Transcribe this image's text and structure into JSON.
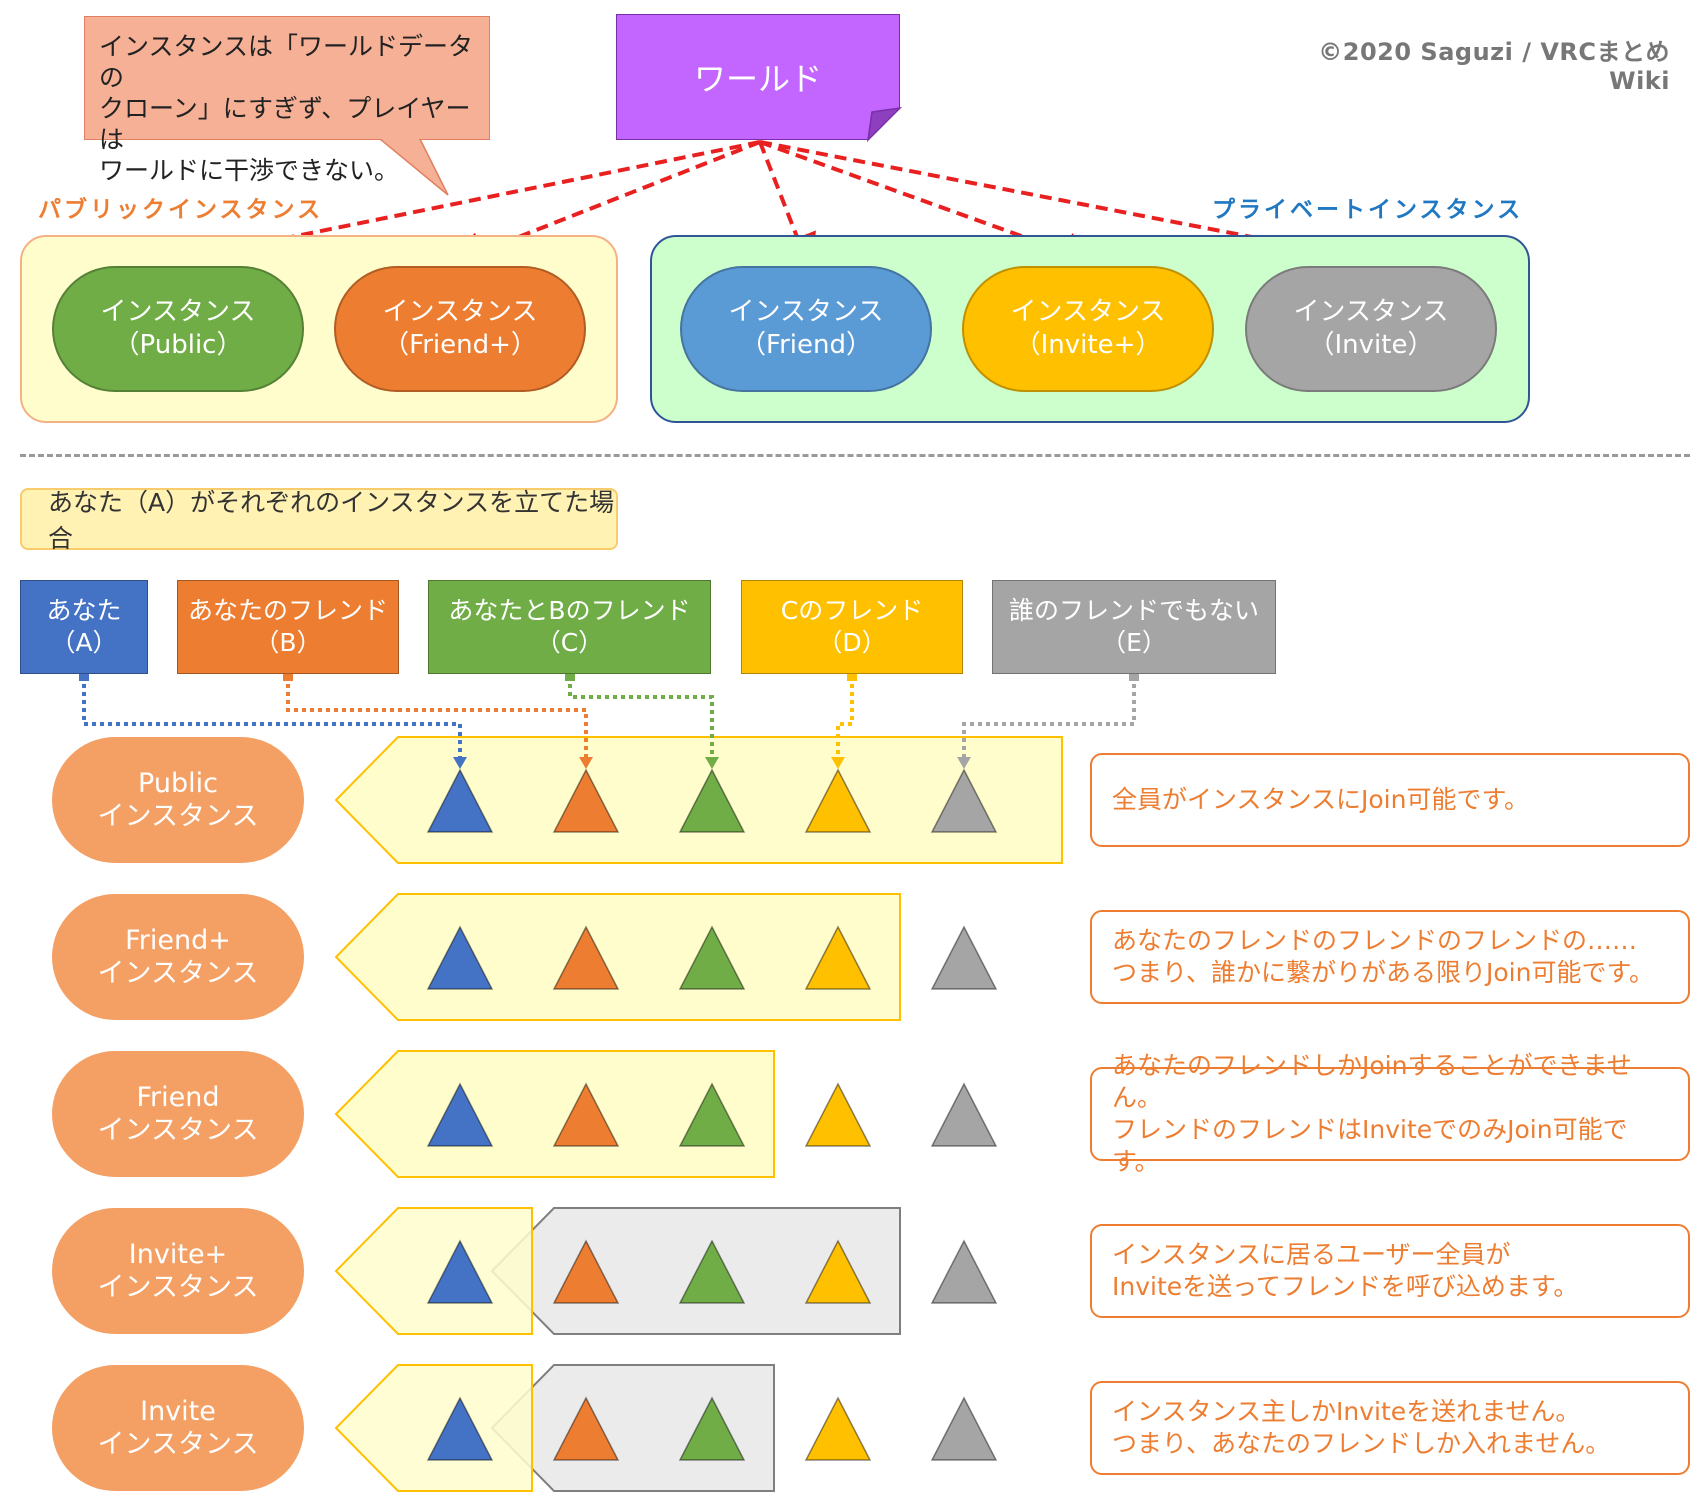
{
  "copyright": "©2020 Saguzi / VRCまとめWiki",
  "callout": {
    "text": "インスタンスは「ワールドデータの\nクローン」にすぎず、プレイヤーは\nワールドに干渉できない。"
  },
  "world": {
    "label": "ワールド"
  },
  "groups": {
    "public": {
      "title": "パブリックインスタンス"
    },
    "private": {
      "title": "プライベートインスタンス"
    }
  },
  "instances": [
    {
      "line1": "インスタンス",
      "line2": "（Public）",
      "color": "#70ad47"
    },
    {
      "line1": "インスタンス",
      "line2": "（Friend+）",
      "color": "#ed7d31"
    },
    {
      "line1": "インスタンス",
      "line2": "（Friend）",
      "color": "#5b9bd5"
    },
    {
      "line1": "インスタンス",
      "line2": "（Invite+）",
      "color": "#ffc000"
    },
    {
      "line1": "インスタンス",
      "line2": "（Invite）",
      "color": "#a5a5a5"
    }
  ],
  "case_banner": "あなた（A）がそれぞれのインスタンスを立てた場合",
  "users": [
    {
      "line1": "あなた",
      "line2": "（A）",
      "color": "#4472c4"
    },
    {
      "line1": "あなたのフレンド",
      "line2": "（B）",
      "color": "#ed7d31"
    },
    {
      "line1": "あなたとBのフレンド",
      "line2": "（C）",
      "color": "#70ad47"
    },
    {
      "line1": "Cのフレンド",
      "line2": "（D）",
      "color": "#ffc000"
    },
    {
      "line1": "誰のフレンドでもない",
      "line2": "（E）",
      "color": "#a5a5a5"
    }
  ],
  "rows": [
    {
      "line1": "Public",
      "line2": "インスタンス",
      "description": "全員がインスタンスにJoin可能です。",
      "joinable": 5,
      "invite_reachable": 0
    },
    {
      "line1": "Friend+",
      "line2": "インスタンス",
      "description": "あなたのフレンドのフレンドのフレンドの……\nつまり、誰かに繋がりがある限りJoin可能です。",
      "joinable": 4,
      "invite_reachable": 0
    },
    {
      "line1": "Friend",
      "line2": "インスタンス",
      "description": "あなたのフレンドしかJoinすることができません。\nフレンドのフレンドはInviteでのみJoin可能です。",
      "joinable": 3,
      "invite_reachable": 0
    },
    {
      "line1": "Invite+",
      "line2": "インスタンス",
      "description": "インスタンスに居るユーザー全員が\nInviteを送ってフレンドを呼び込めます。",
      "joinable": 1,
      "invite_reachable": 4
    },
    {
      "line1": "Invite",
      "line2": "インスタンス",
      "description": "インスタンス主しかInviteを送れません。\nつまり、あなたのフレンドしか入れません。",
      "joinable": 1,
      "invite_reachable": 3
    }
  ],
  "colors": {
    "arrow": "#e82020",
    "join_zone_fill": "#fffdcc",
    "join_zone_stroke": "#ffc000",
    "invite_zone_fill": "#ebebeb",
    "invite_zone_stroke": "#7f7f7f",
    "pill_row": "#f4a064",
    "description": "#ed7d31"
  }
}
